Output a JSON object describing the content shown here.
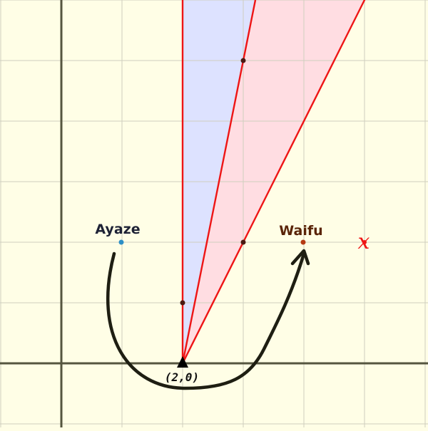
{
  "labels": {
    "ayaze": "Ayaze",
    "waifu": "Waifu",
    "origin_coord": "(2,0)",
    "cross_mark": "x"
  },
  "colors": {
    "background": "#fffee6",
    "grid": "#cfcfbf",
    "axis": "#55553f",
    "ray": "#ee1515",
    "blue_region": "#dde2ff",
    "red_region": "#ffdde2",
    "ayaze_point": "#2d8fc6",
    "waifu_point": "#b53a14",
    "ayaze_label": "#1e2235",
    "waifu_label": "#5a2408",
    "arrow": "#1e1e12"
  },
  "diagram": {
    "vertex": [
      2,
      0
    ],
    "rays": [
      {
        "through": [
          2,
          1
        ]
      },
      {
        "through": [
          3,
          5
        ]
      },
      {
        "through": [
          3,
          2
        ]
      }
    ],
    "points": [
      {
        "name": "Ayaze",
        "at": [
          1,
          2
        ]
      },
      {
        "name": "Waifu",
        "at": [
          4,
          2
        ]
      },
      {
        "at": [
          3,
          5
        ]
      },
      {
        "at": [
          3,
          2
        ]
      },
      {
        "at": [
          2,
          1
        ]
      }
    ],
    "cross_at": [
      5,
      2
    ],
    "icons": [
      "vertex-triangle-icon",
      "curved-arrow-icon"
    ]
  }
}
